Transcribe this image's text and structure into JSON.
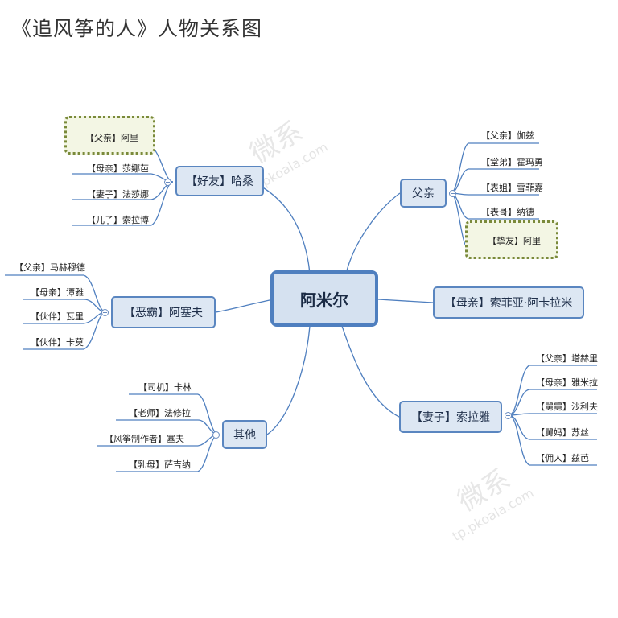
{
  "title": "《追风筝的人》人物关系图",
  "center": "阿米尔",
  "branches": {
    "hassan": {
      "label": "【好友】哈桑",
      "leaves": [
        "【父亲】阿里",
        "【母亲】莎娜芭",
        "【妻子】法莎娜",
        "【儿子】索拉博"
      ]
    },
    "father": {
      "label": "父亲",
      "leaves": [
        "【父亲】伽兹",
        "【堂弟】霍玛勇",
        "【表姐】雪菲嘉",
        "【表哥】纳德",
        "【挚友】阿里"
      ]
    },
    "mother": {
      "label": "【母亲】索菲亚·阿卡拉米"
    },
    "assef": {
      "label": "【恶霸】阿塞夫",
      "leaves": [
        "【父亲】马赫穆德",
        "【母亲】谭雅",
        "【伙伴】瓦里",
        "【伙伴】卡莫"
      ]
    },
    "soraya": {
      "label": "【妻子】索拉雅",
      "leaves": [
        "【父亲】塔赫里",
        "【母亲】雅米拉",
        "【舅舅】沙利夫",
        "【舅妈】苏丝",
        "【佣人】兹芭"
      ]
    },
    "others": {
      "label": "其他",
      "leaves": [
        "【司机】卡林",
        "【老师】法修拉",
        "【风筝制作者】塞夫",
        "【乳母】萨吉纳"
      ]
    }
  },
  "watermark": {
    "text": "微系",
    "url": "tp.pkoala.com"
  },
  "colors": {
    "line": "#4f7fbf",
    "node_fill": "#dde7f3",
    "highlight_border": "#7a8a3a"
  }
}
